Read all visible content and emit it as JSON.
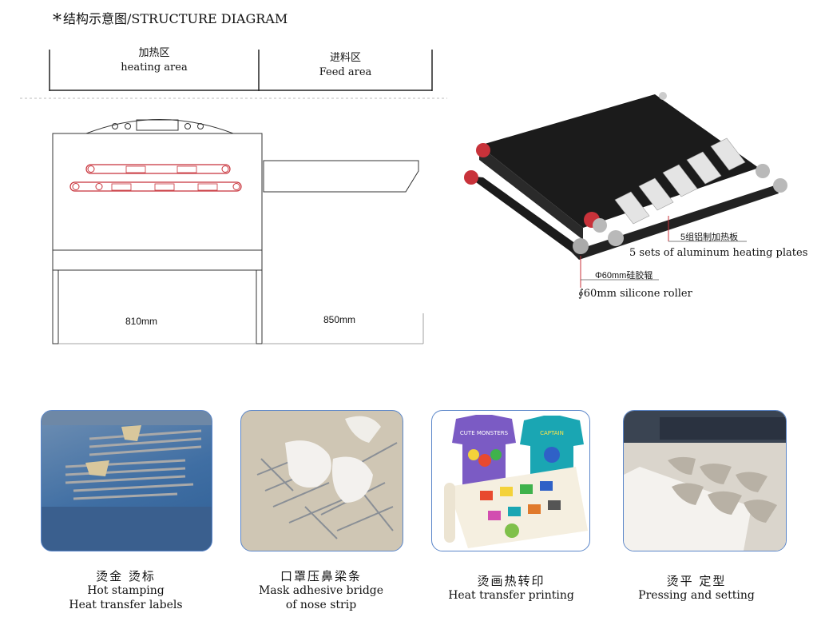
{
  "title": "*结构示意图/STRUCTURE DIAGRAM",
  "title_star": "*",
  "title_text": "结构示意图/STRUCTURE DIAGRAM",
  "zones": [
    {
      "zh": "加热区",
      "en": "heating area"
    },
    {
      "zh": "进料区",
      "en": "Feed area"
    }
  ],
  "dimensions": {
    "heating": "810mm",
    "feed": "850mm"
  },
  "callouts": {
    "plates_zh": "5组铝制加热板",
    "plates_en": "5 sets of aluminum heating plates",
    "roller_zh": "Φ60mm硅胶辊",
    "roller_en": "∮60mm silicone roller"
  },
  "applications": [
    {
      "zh": "烫金  烫标",
      "en1": "Hot stamping",
      "en2": "Heat transfer labels"
    },
    {
      "zh": "口罩压鼻梁条",
      "en1": "Mask adhesive bridge",
      "en2": "of nose strip"
    },
    {
      "zh": "烫画热转印",
      "en1": "Heat transfer printing",
      "en2": ""
    },
    {
      "zh": "烫平  定型",
      "en1": "Pressing and setting",
      "en2": ""
    }
  ],
  "tshirt_text": {
    "left": "CUTE MONSTERS",
    "right": "CAPTAIN"
  },
  "colors": {
    "outline": "#333333",
    "belt": "#c8323a",
    "frame": "#5b86c9"
  }
}
